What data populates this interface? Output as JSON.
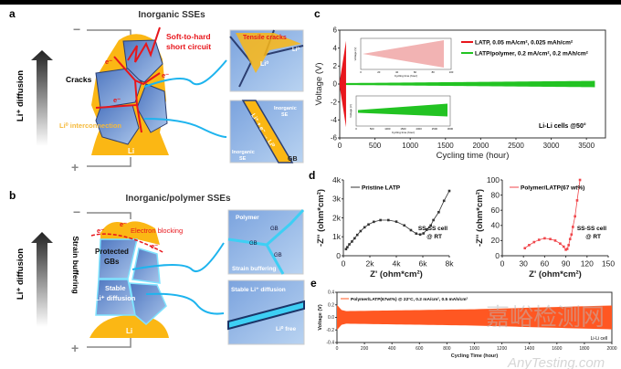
{
  "panel_a": {
    "label": "a",
    "title": "Inorganic SSEs",
    "side_label": "Li⁺ diffusion",
    "minus": "−",
    "plus": "+",
    "short_circuit": "Soft-to-hard short circuit",
    "short_circuit_line1": "Soft-to-hard",
    "short_circuit_line2": "short circuit",
    "cracks": "Cracks",
    "interconnection": "Li⁰ interconnection",
    "li": "Li",
    "electron": "e⁻",
    "inset1": {
      "title": "Tensile cracks",
      "li0a": "Li⁰",
      "li0b": "Li⁰"
    },
    "inset2": {
      "reaction": "Li⁺ + e⁻ → Li⁰",
      "se_top1": "Inorganic",
      "se_top2": "SE",
      "se_bot1": "Inorganic",
      "se_bot2": "SE",
      "gb": "GB"
    }
  },
  "panel_b": {
    "label": "b",
    "title": "Inorganic/polymer SSEs",
    "side_label": "Li⁺ diffusion",
    "strain": "Strain buffering",
    "minus": "−",
    "plus": "+",
    "electron_blocking": "Electron blocking",
    "protected1": "Protected",
    "protected2": "GBs",
    "stable1": "Stable",
    "stable2": "Li⁺ diffusion",
    "li": "Li",
    "electron": "e⁻",
    "inset1": {
      "polymer": "Polymer",
      "gb": "GB",
      "strain": "Strain buffering"
    },
    "inset2": {
      "title": "Stable Li⁺ diffusion",
      "li0free": "Li⁰ free"
    }
  },
  "colors": {
    "red": "#e8161c",
    "green": "#22c322",
    "orange": "#ff5722",
    "li": "#fbb714",
    "grain": "#5b82c8",
    "cyan": "#1eb4ee"
  },
  "watermark": {
    "cn": "嘉峪检测网",
    "en": "AnyTesting.com"
  },
  "chart_data": [
    {
      "panel": "c",
      "type": "line",
      "xlabel": "Cycling time (hour)",
      "ylabel": "Voltage (V)",
      "xlim": [
        0,
        3770
      ],
      "ylim": [
        -6,
        6
      ],
      "xticks": [
        0,
        500,
        1000,
        1500,
        2000,
        2500,
        3000,
        3500
      ],
      "yticks": [
        -6,
        -4,
        -2,
        0,
        2,
        4,
        6
      ],
      "annotation": "Li-Li cells @50°",
      "series": [
        {
          "name": "LATP, 0.05 mA/cm², 0.025 mAh/cm²",
          "color": "#e8161c",
          "envelope": [
            [
              0,
              0.3
            ],
            [
              90,
              4.8
            ]
          ]
        },
        {
          "name": "LATP/polymer, 0.2 mA/cm², 0.2 mAh/cm²",
          "color": "#22c322",
          "envelope": [
            [
              0,
              0.1
            ],
            [
              3620,
              0.35
            ]
          ]
        }
      ],
      "insets": [
        {
          "xlabel": "Cycling time (hour)",
          "ylabel": "Voltage (V)",
          "xticks": [
            0,
            20,
            40,
            60,
            80,
            100
          ],
          "color": "#f2b3b3"
        },
        {
          "xlabel": "Cycling time (hour)",
          "ylabel": "Voltage (V)",
          "xticks": [
            0,
            500,
            1000,
            1500,
            2000,
            2500,
            3000
          ],
          "color": "#22c322"
        }
      ]
    },
    {
      "panel": "d-left",
      "type": "scatter",
      "xlabel": "Z' (ohm*cm²)",
      "ylabel": "-Z'' (ohm*cm²)",
      "xlim": [
        0,
        8000
      ],
      "ylim": [
        0,
        4000
      ],
      "xtick_labels": [
        "0",
        "2k",
        "4k",
        "6k",
        "8k"
      ],
      "ytick_labels": [
        "0",
        "1k",
        "2k",
        "3k",
        "4k"
      ],
      "annotation1": "SS-SS cell",
      "annotation2": "@ RT",
      "series": [
        {
          "name": "Pristine LATP",
          "color": "#333333",
          "points": [
            [
              200,
              350
            ],
            [
              300,
              450
            ],
            [
              450,
              600
            ],
            [
              650,
              750
            ],
            [
              850,
              920
            ],
            [
              1050,
              1100
            ],
            [
              1300,
              1300
            ],
            [
              1600,
              1500
            ],
            [
              1900,
              1650
            ],
            [
              2300,
              1790
            ],
            [
              2800,
              1880
            ],
            [
              3400,
              1880
            ],
            [
              4000,
              1800
            ],
            [
              4600,
              1600
            ],
            [
              5100,
              1350
            ],
            [
              5500,
              1170
            ],
            [
              5800,
              1120
            ],
            [
              6050,
              1180
            ],
            [
              6300,
              1370
            ],
            [
              6600,
              1600
            ],
            [
              6800,
              1880
            ],
            [
              7200,
              2300
            ],
            [
              7600,
              2900
            ],
            [
              8000,
              3420
            ]
          ]
        }
      ]
    },
    {
      "panel": "d-right",
      "type": "scatter",
      "xlabel": "Z' (ohm*cm²)",
      "ylabel": "-Z'' (ohm*cm²)",
      "xlim": [
        0,
        150
      ],
      "ylim": [
        0,
        100
      ],
      "xticks": [
        0,
        30,
        60,
        90,
        120,
        150
      ],
      "yticks": [
        0,
        20,
        40,
        60,
        80,
        100
      ],
      "annotation1": "SS-SS cell",
      "annotation2": "@ RT",
      "series": [
        {
          "name": "Polymer/LATP(67 wt%)",
          "color": "#f0464b",
          "points": [
            [
              32,
              10
            ],
            [
              38,
              14
            ],
            [
              45,
              18
            ],
            [
              52,
              21
            ],
            [
              60,
              23
            ],
            [
              68,
              22
            ],
            [
              75,
              20
            ],
            [
              82,
              16
            ],
            [
              87,
              12
            ],
            [
              90,
              8
            ],
            [
              92,
              9
            ],
            [
              94,
              14
            ],
            [
              96,
              22
            ],
            [
              98,
              28
            ],
            [
              100,
              38
            ],
            [
              103,
              52
            ],
            [
              106,
              73
            ],
            [
              110,
              100
            ]
          ]
        }
      ]
    },
    {
      "panel": "e",
      "type": "line",
      "xlabel": "Cycling Time (hour)",
      "ylabel": "Voltage (V)",
      "xlim": [
        0,
        2000
      ],
      "ylim": [
        -0.4,
        0.4
      ],
      "xticks": [
        0,
        200,
        400,
        600,
        800,
        1000,
        1200,
        1400,
        1600,
        1800,
        2000
      ],
      "yticks": [
        -0.4,
        -0.2,
        0.0,
        0.2,
        0.4
      ],
      "ytick_labels": [
        "-0.4",
        "-0.2",
        "0.0",
        "0.2",
        "0.4"
      ],
      "annotation": "Li-Li cell",
      "series": [
        {
          "name": "Polymer/LATP(67wt%) @ 22°C, 0.2 mA/cm², 0.5 mAh/cm²",
          "color": "#ff5722",
          "envelope": [
            [
              0,
              0.2
            ],
            [
              15,
              0.13
            ],
            [
              60,
              0.1
            ],
            [
              1000,
              0.13
            ],
            [
              2000,
              0.19
            ]
          ]
        }
      ]
    }
  ]
}
